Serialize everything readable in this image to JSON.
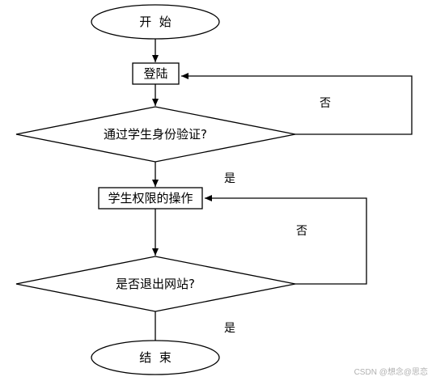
{
  "nodes": {
    "start": "开  始",
    "login": "登陆",
    "verify_identity": "通过学生身份验证?",
    "student_operations": "学生权限的操作",
    "exit_site": "是否退出网站?",
    "end": "结  束"
  },
  "edge_labels": {
    "verify_no": "否",
    "verify_yes": "是",
    "exit_no": "否",
    "exit_yes": "是"
  },
  "watermark": "CSDN @想念@思恋"
}
